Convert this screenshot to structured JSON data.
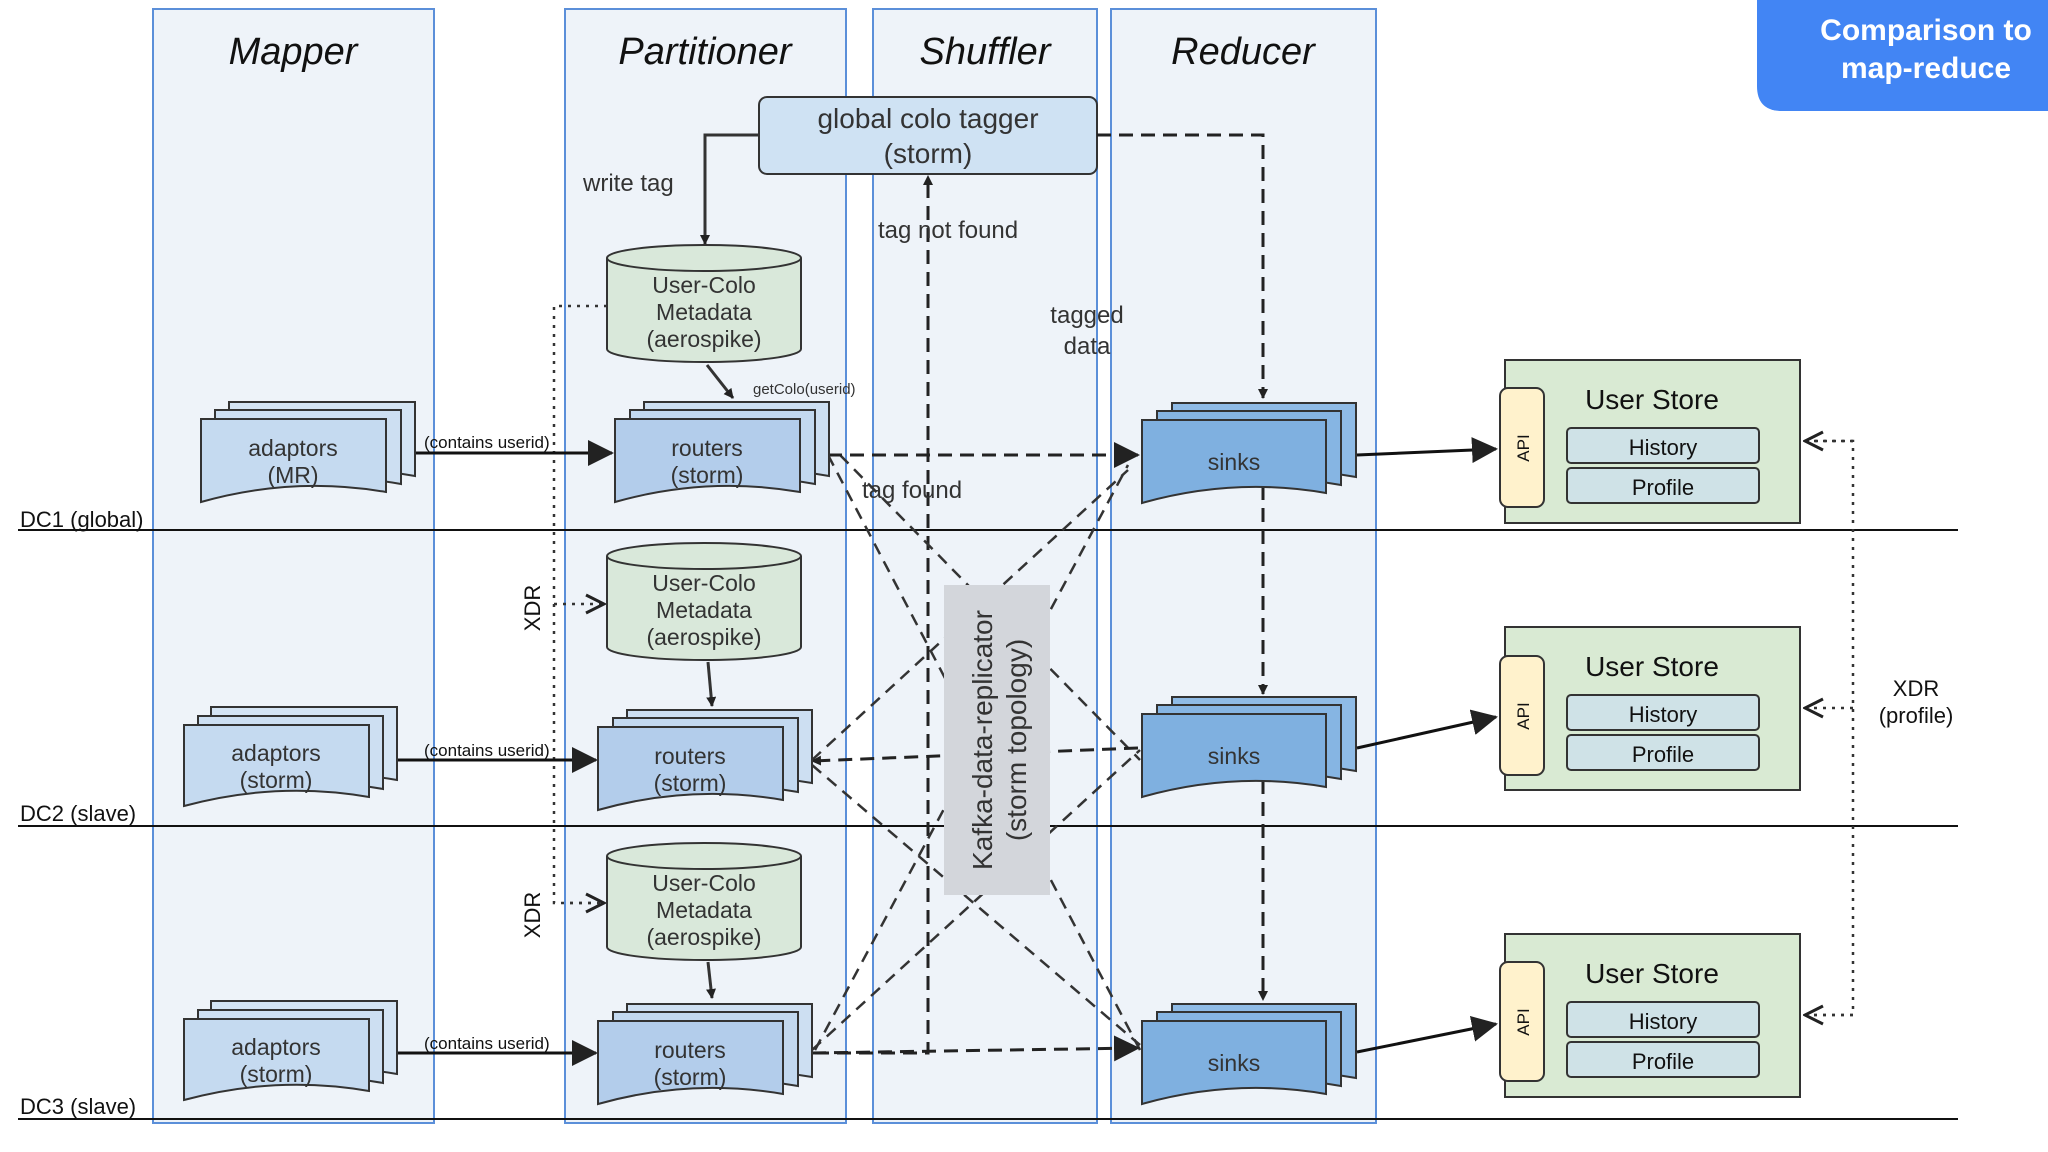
{
  "badge": {
    "line1": "Comparison to",
    "line2": "map-reduce",
    "color": "#4285f4"
  },
  "columns": {
    "mapper": "Mapper",
    "partitioner": "Partitioner",
    "shuffler": "Shuffler",
    "reducer": "Reducer"
  },
  "datacenters": {
    "dc1": "DC1 (global)",
    "dc2": "DC2 (slave)",
    "dc3": "DC3 (slave)"
  },
  "tagger": {
    "line1": "global colo tagger",
    "line2": "(storm)"
  },
  "labels": {
    "write_tag": "write tag",
    "tag_not_found": "tag not found",
    "tagged": "tagged",
    "data": "data",
    "tag_found": "tag found",
    "get_colo": "getColo(userid)",
    "contains_userid": "(contains userid)",
    "xdr": "XDR",
    "xdr_profile_1": "XDR",
    "xdr_profile_2": "(profile)"
  },
  "metadata": {
    "line1": "User-Colo",
    "line2": "Metadata",
    "line3": "(aerospike)"
  },
  "adaptors": {
    "dc1": {
      "line1": "adaptors",
      "line2": "(MR)"
    },
    "dc2": {
      "line1": "adaptors",
      "line2": "(storm)"
    },
    "dc3": {
      "line1": "adaptors",
      "line2": "(storm)"
    }
  },
  "routers": {
    "line1": "routers",
    "line2": "(storm)"
  },
  "replicator": {
    "line1": "Kafka-data-replicator",
    "line2": "(storm topology)"
  },
  "sinks": "sinks",
  "user_store": {
    "title": "User Store",
    "api": "API",
    "history": "History",
    "profile": "Profile"
  },
  "colors": {
    "column_fill": "#eef3f9",
    "column_stroke": "#5b8fd9",
    "cylinder_fill": "#d9e8da",
    "doc_fill": "#c5daf0",
    "sink_fill": "#7fb0e0",
    "store_fill": "#d9ead3",
    "api_fill": "#fff2cc"
  }
}
